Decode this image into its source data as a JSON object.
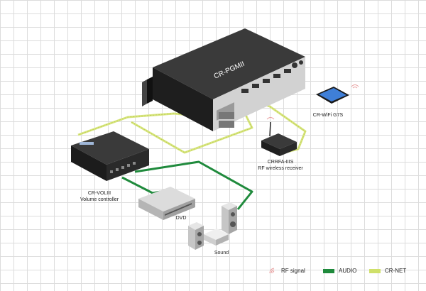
{
  "devices": {
    "main_unit": {
      "label": "CR-PGMII"
    },
    "wifi_panel": {
      "label": "CR-WiFi G7S"
    },
    "rf_receiver": {
      "line1": "CRRFA-IIIS",
      "line2": "RF  wireless receiver"
    },
    "volume_controller": {
      "line1": "CR-VOLIII",
      "line2": "Volume controller"
    },
    "dvd": {
      "label": "DVD"
    },
    "sound": {
      "label": "Sound"
    }
  },
  "legend": [
    {
      "key": "rf",
      "label": "RF signal",
      "icon": "rf-signal-icon",
      "color": "#e8a0a0"
    },
    {
      "key": "audio",
      "label": "AUDIO",
      "color": "#1f8a3c"
    },
    {
      "key": "crnet",
      "label": "CR-NET",
      "color": "#cfe06a"
    }
  ],
  "colors": {
    "audio": "#1f8a3c",
    "crnet": "#d7e57e",
    "device_dark": "#2b2b2b",
    "device_silver": "#c9c9c9"
  }
}
